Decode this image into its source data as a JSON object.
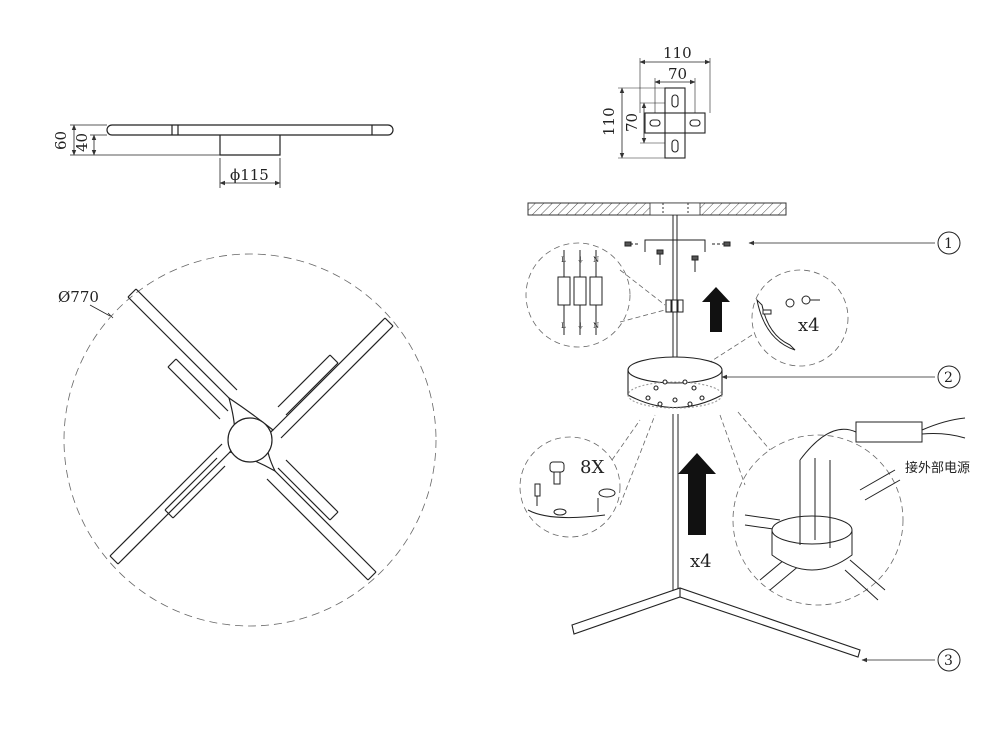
{
  "side_view": {
    "height_total": "60",
    "height_body": "40",
    "canopy_diameter": "ϕ115"
  },
  "top_view": {
    "diameter": "Ø770"
  },
  "bracket": {
    "width_outer": "110",
    "width_inner": "70",
    "height_outer": "110",
    "height_inner": "70"
  },
  "wiring_terminal": {
    "top_labels": [
      "L",
      "⏚",
      "N"
    ],
    "bottom_labels": [
      "L",
      "⏚",
      "N"
    ]
  },
  "canopy_detail": {
    "qty": "x4"
  },
  "screw_detail": {
    "qty": "8X"
  },
  "arm_install": {
    "qty": "x4"
  },
  "power_note": "接外部电源",
  "callouts": [
    "1",
    "2",
    "3"
  ]
}
